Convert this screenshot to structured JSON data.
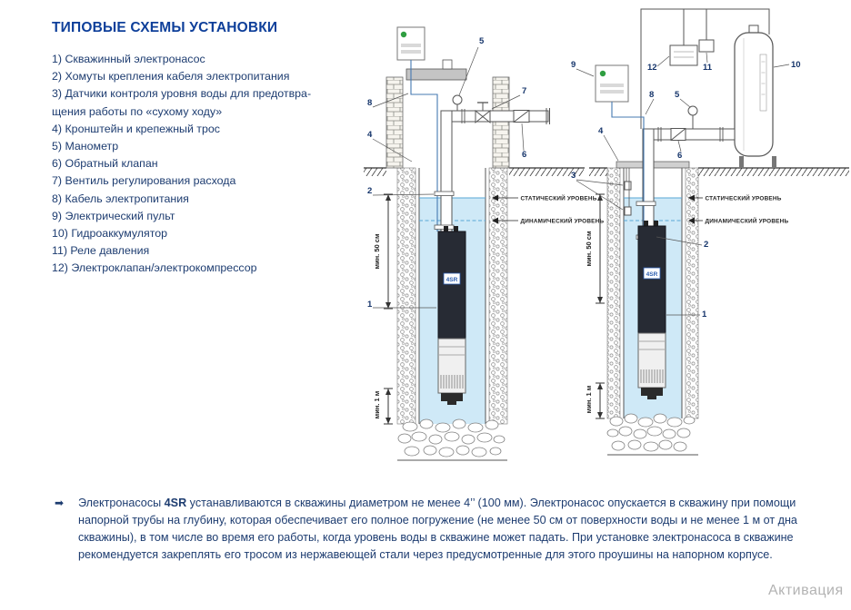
{
  "page": {
    "title": "ТИПОВЫЕ СХЕМЫ УСТАНОВКИ",
    "watermark": "Активация"
  },
  "legend": {
    "items": [
      "1) Скважинный электронасос",
      "2) Хомуты крепления кабеля электропитания",
      "3) Датчики контроля уровня воды для предотвра-щения работы по «сухому ходу»",
      "4) Кронштейн и крепежный трос",
      "5) Манометр",
      "6) Обратный клапан",
      "7) Вентиль регулирования расхода",
      "8) Кабель электропитания",
      "9) Электрический пульт",
      "10) Гидроаккумулятор",
      "11) Реле давления",
      "12) Электроклапан/электрокомпрессор"
    ]
  },
  "diagrams": {
    "pump_label": "4SR",
    "static_level": "СТАТИЧЕСКИЙ УРОВЕНЬ",
    "dynamic_level": "ДИНАМИЧЕСКИЙ УРОВЕНЬ",
    "min_50": "мин. 50 см",
    "min_1m": "мин. 1 м",
    "left": {
      "callouts": [
        "5",
        "7",
        "8",
        "4",
        "6",
        "2",
        "1"
      ]
    },
    "right": {
      "callouts": [
        "9",
        "12",
        "11",
        "10",
        "8",
        "5",
        "4",
        "6",
        "3",
        "2",
        "1"
      ]
    }
  },
  "note": {
    "bullet": "➡",
    "lead": "Электронасосы ",
    "bold": "4SR",
    "body": " устанавливаются в скважины диаметром не менее 4’’ (100 мм). Электронасос опускается в скважину при помощи напорной трубы на глубину, которая обеспечивает его полное погружение (не менее 50 см от поверхности воды и не менее 1 м от дна скважины), в том числе во время его работы, когда уровень воды в скважине может падать. При установке электронасоса в скважине рекомендуется закреплять его тросом из нержавеющей стали через предусмотренные для этого проушины на напорном корпусе."
  }
}
